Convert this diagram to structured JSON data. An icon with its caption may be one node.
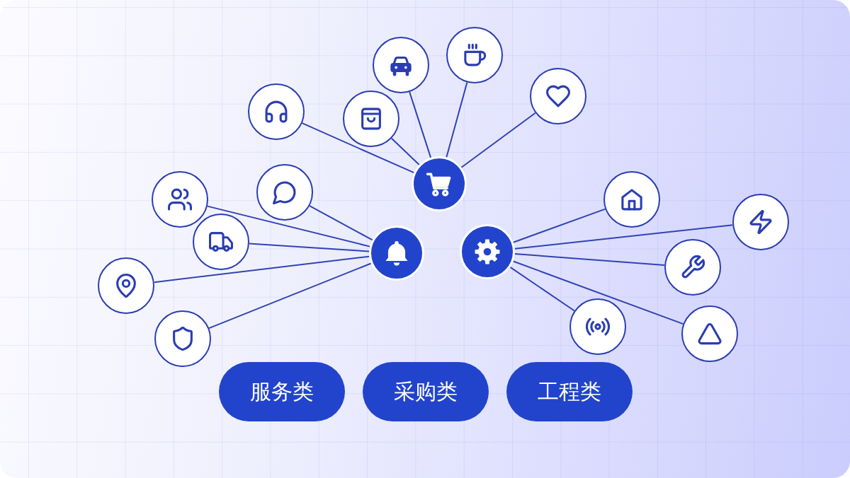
{
  "diagram": {
    "nodes": [
      {
        "text": [],
        "shape": "circle"
      },
      {
        "text": [],
        "shape": "circle"
      },
      {
        "text": [],
        "shape": "circle"
      },
      {
        "text": [],
        "shape": "circle"
      },
      {
        "text": [],
        "shape": "circle"
      },
      {
        "text": [],
        "shape": "circle"
      },
      {
        "text": [],
        "shape": "circle"
      },
      {
        "text": [],
        "shape": "circle"
      },
      {
        "text": [],
        "shape": "circle"
      },
      {
        "text": [],
        "shape": "circle"
      },
      {
        "text": [],
        "shape": "circle"
      },
      {
        "text": [],
        "shape": "circle"
      },
      {
        "text": [],
        "shape": "circle"
      },
      {
        "text": [],
        "shape": "circle"
      },
      {
        "text": [],
        "shape": "circle"
      },
      {
        "text": [],
        "shape": "circle"
      },
      {
        "text": [],
        "shape": "circle"
      },
      {
        "text": [],
        "shape": "circle"
      },
      {
        "text": [
          "服务类"
        ]
      },
      {
        "text": [
          "采购类"
        ]
      },
      {
        "text": [
          "工程类"
        ]
      }
    ],
    "edges": [
      {
        "from": 5,
        "to": 0,
        "arrow": "none"
      },
      {
        "from": 5,
        "to": 4,
        "arrow": "none"
      },
      {
        "from": 5,
        "to": 1,
        "arrow": "none"
      },
      {
        "from": 5,
        "to": 2,
        "arrow": "none"
      },
      {
        "from": 5,
        "to": 3,
        "arrow": "none"
      },
      {
        "from": 11,
        "to": 6,
        "arrow": "none"
      },
      {
        "from": 11,
        "to": 7,
        "arrow": "none"
      },
      {
        "from": 11,
        "to": 10,
        "arrow": "none"
      },
      {
        "from": 11,
        "to": 14,
        "arrow": "none"
      },
      {
        "from": 11,
        "to": 16,
        "arrow": "none"
      },
      {
        "from": 12,
        "to": 8,
        "arrow": "none"
      },
      {
        "from": 12,
        "to": 9,
        "arrow": "none"
      },
      {
        "from": 12,
        "to": 13,
        "arrow": "none"
      },
      {
        "from": 12,
        "to": 15,
        "arrow": "none"
      },
      {
        "from": 12,
        "to": 17,
        "arrow": "none"
      }
    ]
  }
}
